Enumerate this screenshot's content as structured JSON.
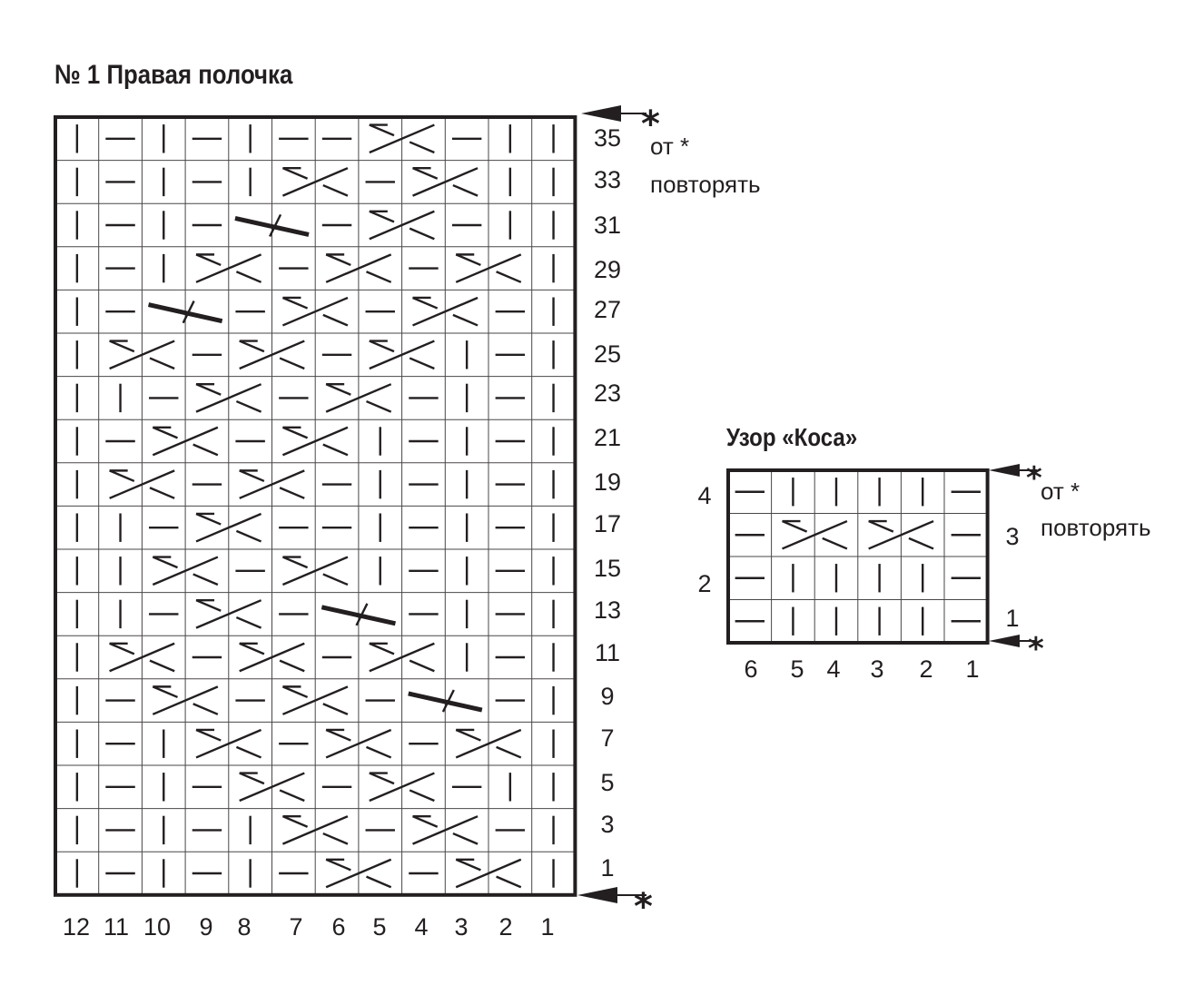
{
  "chart1": {
    "title": "№ 1 Правая полочка",
    "col_labels": [
      "12",
      "11",
      "10",
      "9",
      "8",
      "7",
      "6",
      "5",
      "4",
      "3",
      "2",
      "1"
    ],
    "row_labels": [
      "35",
      "33",
      "31",
      "29",
      "27",
      "25",
      "23",
      "21",
      "19",
      "17",
      "15",
      "13",
      "11",
      "9",
      "7",
      "5",
      "3",
      "1"
    ],
    "note_line1": "от *",
    "note_line2": "повторять",
    "star_top": "*",
    "star_bottom": "*",
    "grid": {
      "cols": 12,
      "rows": 18
    },
    "rows": [
      {
        "cells": [
          "V",
          "H",
          "V",
          "H",
          "V",
          "H",
          "H",
          "",
          "",
          "H",
          "V",
          "V"
        ],
        "crosses": [
          [
            7,
            8
          ]
        ],
        "bold": []
      },
      {
        "cells": [
          "V",
          "H",
          "V",
          "H",
          "V",
          "",
          "",
          "H",
          "",
          "",
          "V",
          "V"
        ],
        "crosses": [
          [
            5,
            6
          ],
          [
            8,
            9
          ]
        ],
        "bold": []
      },
      {
        "cells": [
          "V",
          "H",
          "V",
          "H",
          "",
          "",
          "H",
          "",
          "",
          "H",
          "V",
          "V"
        ],
        "crosses": [
          [
            7,
            8
          ]
        ],
        "bold": [
          [
            4,
            5
          ]
        ]
      },
      {
        "cells": [
          "V",
          "H",
          "V",
          "",
          "",
          "H",
          "",
          "",
          "H",
          "",
          "",
          "V"
        ],
        "crosses": [
          [
            3,
            4
          ],
          [
            6,
            7
          ],
          [
            9,
            10
          ]
        ],
        "bold": []
      },
      {
        "cells": [
          "V",
          "H",
          "",
          "",
          "H",
          "",
          "",
          "H",
          "",
          "",
          "H",
          "V"
        ],
        "crosses": [
          [
            5,
            6
          ],
          [
            8,
            9
          ]
        ],
        "bold": [
          [
            2,
            3
          ]
        ]
      },
      {
        "cells": [
          "V",
          "",
          "",
          "H",
          "",
          "",
          "H",
          "",
          "",
          "V",
          "H",
          "V"
        ],
        "crosses": [
          [
            1,
            2
          ],
          [
            4,
            5
          ],
          [
            7,
            8
          ]
        ],
        "bold": []
      },
      {
        "cells": [
          "V",
          "V",
          "H",
          "",
          "",
          "H",
          "",
          "",
          "H",
          "V",
          "H",
          "V"
        ],
        "crosses": [
          [
            3,
            4
          ],
          [
            6,
            7
          ]
        ],
        "bold": []
      },
      {
        "cells": [
          "V",
          "H",
          "",
          "",
          "H",
          "",
          "",
          "V",
          "H",
          "V",
          "H",
          "V"
        ],
        "crosses": [
          [
            2,
            3
          ],
          [
            5,
            6
          ]
        ],
        "bold": []
      },
      {
        "cells": [
          "V",
          "",
          "",
          "H",
          "",
          "",
          "H",
          "V",
          "H",
          "V",
          "H",
          "V"
        ],
        "crosses": [
          [
            1,
            2
          ],
          [
            4,
            5
          ]
        ],
        "bold": []
      },
      {
        "cells": [
          "V",
          "V",
          "H",
          "",
          "",
          "H",
          "H",
          "V",
          "H",
          "V",
          "H",
          "V"
        ],
        "crosses": [
          [
            3,
            4
          ]
        ],
        "bold": []
      },
      {
        "cells": [
          "V",
          "V",
          "",
          "",
          "H",
          "",
          "",
          "V",
          "H",
          "V",
          "H",
          "V"
        ],
        "crosses": [
          [
            2,
            3
          ],
          [
            5,
            6
          ]
        ],
        "bold": []
      },
      {
        "cells": [
          "V",
          "V",
          "H",
          "",
          "",
          "H",
          "",
          "",
          "H",
          "V",
          "H",
          "V"
        ],
        "crosses": [
          [
            3,
            4
          ]
        ],
        "bold": [
          [
            6,
            7
          ]
        ]
      },
      {
        "cells": [
          "V",
          "",
          "",
          "H",
          "",
          "",
          "H",
          "",
          "",
          "V",
          "H",
          "V"
        ],
        "crosses": [
          [
            1,
            2
          ],
          [
            4,
            5
          ],
          [
            7,
            8
          ]
        ],
        "bold": []
      },
      {
        "cells": [
          "V",
          "H",
          "",
          "",
          "H",
          "",
          "",
          "H",
          "",
          "",
          "H",
          "V"
        ],
        "crosses": [
          [
            2,
            3
          ],
          [
            5,
            6
          ]
        ],
        "bold": [
          [
            8,
            9
          ]
        ]
      },
      {
        "cells": [
          "V",
          "H",
          "V",
          "",
          "",
          "H",
          "",
          "",
          "H",
          "",
          "",
          "V"
        ],
        "crosses": [
          [
            3,
            4
          ],
          [
            6,
            7
          ],
          [
            9,
            10
          ]
        ],
        "bold": []
      },
      {
        "cells": [
          "V",
          "H",
          "V",
          "H",
          "",
          "",
          "H",
          "",
          "",
          "H",
          "V",
          "V"
        ],
        "crosses": [
          [
            4,
            5
          ],
          [
            7,
            8
          ]
        ],
        "bold": []
      },
      {
        "cells": [
          "V",
          "H",
          "V",
          "H",
          "V",
          "",
          "",
          "H",
          "",
          "",
          "H",
          "V"
        ],
        "crosses": [
          [
            5,
            6
          ],
          [
            8,
            9
          ]
        ],
        "bold": []
      },
      {
        "cells": [
          "V",
          "H",
          "V",
          "H",
          "V",
          "H",
          "",
          "",
          "H",
          "",
          "",
          "V"
        ],
        "crosses": [
          [
            6,
            7
          ],
          [
            9,
            10
          ]
        ],
        "bold": []
      }
    ]
  },
  "chart2": {
    "title": "Узор «Коса»",
    "col_labels": [
      "6",
      "5",
      "4",
      "3",
      "2",
      "1"
    ],
    "left_row_labels": [
      "4",
      "2"
    ],
    "right_row_labels": [
      "3",
      "1"
    ],
    "note_line1": "от *",
    "note_line2": "повторять",
    "star_top": "*",
    "star_bottom": "*",
    "grid": {
      "cols": 6,
      "rows": 4
    },
    "rows": [
      {
        "cells": [
          "H",
          "V",
          "V",
          "V",
          "V",
          "H"
        ],
        "crosses": [],
        "bold": []
      },
      {
        "cells": [
          "H",
          "",
          "",
          "",
          "",
          "H"
        ],
        "crosses": [
          [
            1,
            2
          ],
          [
            3,
            4
          ]
        ],
        "bold": []
      },
      {
        "cells": [
          "H",
          "V",
          "V",
          "V",
          "V",
          "H"
        ],
        "crosses": [],
        "bold": []
      },
      {
        "cells": [
          "H",
          "V",
          "V",
          "V",
          "V",
          "H"
        ],
        "crosses": [],
        "bold": []
      }
    ]
  },
  "colors": {
    "ink": "#231f20",
    "grid": "#4a4647",
    "background": "#ffffff"
  }
}
